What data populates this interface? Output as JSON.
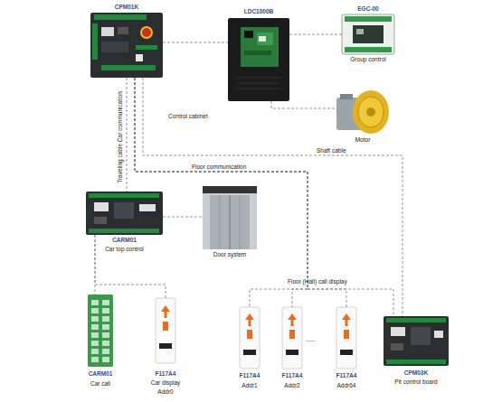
{
  "diagram": {
    "nodes": [
      {
        "text": [
          "CPM01K"
        ]
      },
      {
        "text": [
          "LDC1000B"
        ]
      },
      {
        "text": [
          "EGC-00",
          "Group control"
        ]
      },
      {
        "text": [
          "Motor"
        ]
      },
      {
        "text": [
          "CARM01",
          "Car top control"
        ]
      },
      {
        "text": [
          "Door system"
        ]
      },
      {
        "text": [
          "CARM01",
          "Car call"
        ]
      },
      {
        "text": [
          "F117A4",
          "Car display",
          "Addr0"
        ]
      },
      {
        "text": [
          "F117A4",
          "Addr1"
        ]
      },
      {
        "text": [
          "F117A4",
          "Addr2"
        ]
      },
      {
        "text": [
          "F117A4",
          "Addr64"
        ]
      },
      {
        "text": [
          "CPM03K",
          "Pit control board"
        ]
      }
    ],
    "edges": [
      {
        "from": 0,
        "to": 1,
        "arrow": "none"
      },
      {
        "from": 1,
        "to": 2,
        "arrow": "none"
      },
      {
        "from": 1,
        "to": 3,
        "arrow": "none"
      },
      {
        "from": 0,
        "to": 4,
        "arrow": "none"
      },
      {
        "from": 0,
        "to": 11,
        "arrow": "none"
      },
      {
        "from": 0,
        "to": 8,
        "arrow": "none"
      },
      {
        "from": 0,
        "to": 9,
        "arrow": "none"
      },
      {
        "from": 0,
        "to": 10,
        "arrow": "none"
      },
      {
        "from": 0,
        "to": 11,
        "arrow": "none"
      },
      {
        "from": 4,
        "to": 5,
        "arrow": "none"
      },
      {
        "from": 4,
        "to": 6,
        "arrow": "none"
      },
      {
        "from": 4,
        "to": 7,
        "arrow": "none"
      }
    ],
    "labels": [
      "Control cabinet",
      "Shaft cable",
      "Traveling cable Car communication",
      "Floor communication",
      "Floor (Hall) call display",
      "......"
    ]
  }
}
